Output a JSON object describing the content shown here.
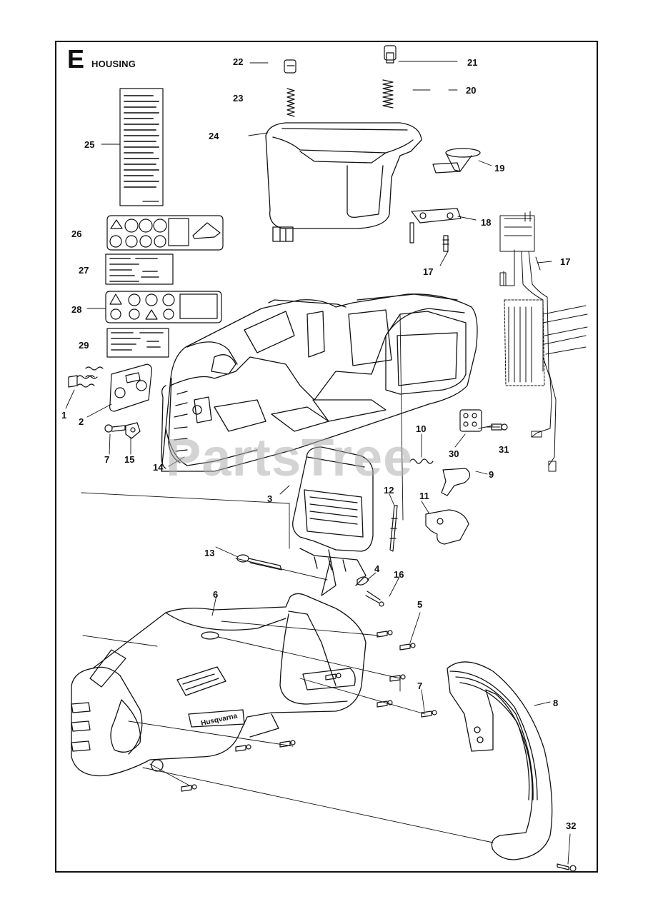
{
  "section": {
    "letter": "E",
    "title": "HOUSING"
  },
  "watermark": "PartsTree",
  "decal_brand": "Husqvarna",
  "callouts": [
    "22",
    "21",
    "23",
    "20",
    "24",
    "19",
    "25",
    "18",
    "17",
    "17",
    "26",
    "27",
    "28",
    "29",
    "1",
    "2",
    "7",
    "15",
    "14",
    "10",
    "9",
    "31",
    "30",
    "3",
    "12",
    "11",
    "13",
    "4",
    "16",
    "6",
    "5",
    "7",
    "8",
    "32"
  ],
  "colors": {
    "line": "#111111",
    "watermark": "#b0b0b0",
    "background": "#ffffff"
  }
}
